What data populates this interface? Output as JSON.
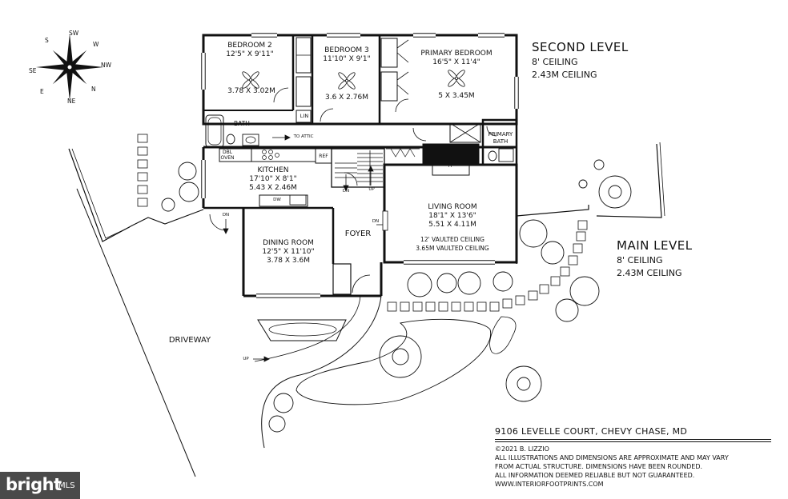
{
  "second_level": {
    "title": "SECOND LEVEL",
    "ceiling_ft": "8' CEILING",
    "ceiling_m": "2.43M CEILING",
    "rooms": [
      {
        "name": "BEDROOM 2",
        "dim_ft": "12'5\" X 9'11\"",
        "dim_m": "3.78 X 3.02M"
      },
      {
        "name": "BEDROOM 3",
        "dim_ft": "11'10\" X 9'1\"",
        "dim_m": "3.6 X 2.76M"
      },
      {
        "name": "PRIMARY BEDROOM",
        "dim_ft": "16'5\" X 11'4\"",
        "dim_m": "5 X 3.45M"
      }
    ],
    "labels": {
      "bath": "BATH",
      "lin": "LIN",
      "to_attic": "TO ATTIC",
      "primary_bath_1": "PRIMARY",
      "primary_bath_2": "BATH"
    }
  },
  "main_level": {
    "title": "MAIN LEVEL",
    "ceiling_ft": "8' CEILING",
    "ceiling_m": "2.43M CEILING",
    "kitchen": {
      "name": "KITCHEN",
      "dim_ft": "17'10\" X 8'1\"",
      "dim_m": "5.43 X 2.46M"
    },
    "dining": {
      "name": "DINING ROOM",
      "dim_ft": "12'5\" X 11'10\"",
      "dim_m": "3.78 X 3.6M"
    },
    "living": {
      "name": "LIVING ROOM",
      "dim_ft": "18'1\" X 13'6\"",
      "dim_m": "5.51 X 4.11M",
      "vault_ft": "12' VAULTED CEILING",
      "vault_m": "3.65M VAULTED CEILING"
    },
    "foyer": "FOYER",
    "labels": {
      "dbl_oven_1": "DBL",
      "dbl_oven_2": "OVEN",
      "ref": "REF",
      "dw": "DW",
      "fp": "FP",
      "dn": "DN",
      "up": "UP"
    }
  },
  "site": {
    "driveway": "DRIVEWAY",
    "up": "UP"
  },
  "compass": {
    "s": "S",
    "sw": "SW",
    "w": "W",
    "nw": "NW",
    "n": "N",
    "ne": "NE",
    "e": "E",
    "se": "SE"
  },
  "footer": {
    "address": "9106 LEVELLE COURT, CHEVY CHASE, MD",
    "copyright": "©2021 B. LIZZIO",
    "note1": "ALL ILLUSTRATIONS AND DIMENSIONS ARE APPROXIMATE AND MAY VARY",
    "note2": "FROM ACTUAL STRUCTURE. DIMENSIONS HAVE BEEN ROUNDED.",
    "note3": "ALL INFORMATION DEEMED RELIABLE BUT NOT GUARANTEED.",
    "note4": "WWW.INTERIORFOOTPRINTS.COM"
  },
  "brand": {
    "name": "bright",
    "mls": "MLS"
  }
}
